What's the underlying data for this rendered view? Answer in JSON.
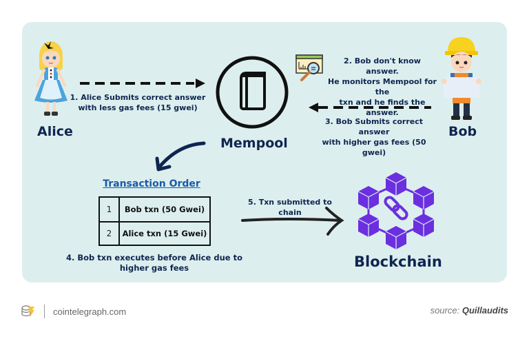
{
  "actors": {
    "alice": {
      "name": "Alice"
    },
    "bob": {
      "name": "Bob"
    }
  },
  "mempool": {
    "label": "Mempool"
  },
  "blockchain": {
    "label": "Blockchain"
  },
  "steps": {
    "step1": [
      "1. Alice Submits correct answer",
      "with less gas fees (15 gwei)"
    ],
    "step2": [
      "2. Bob don't know answer.",
      "He monitors Mempool for the",
      "txn and he finds the answer."
    ],
    "step3": [
      "3. Bob Submits correct answer",
      "with higher gas fees (50 gwei)"
    ],
    "step4": [
      "4. Bob txn executes before Alice due to",
      "higher gas fees"
    ],
    "step5": [
      "5. Txn submitted to",
      "chain"
    ]
  },
  "transaction_order": {
    "title": "Transaction Order",
    "rows": [
      {
        "rank": "1",
        "txn": "Bob txn (50 Gwei)"
      },
      {
        "rank": "2",
        "txn": "Alice txn (15 Gwei)"
      }
    ]
  },
  "footer": {
    "site": "cointelegraph.com",
    "source_prefix": "source:",
    "source_name": "Quillaudits"
  },
  "colors": {
    "panel_bg": "#dcefee",
    "text_dark": "#0f2550",
    "link_blue": "#1a5aa8",
    "blockchain_purple": "#6b2fe0"
  }
}
